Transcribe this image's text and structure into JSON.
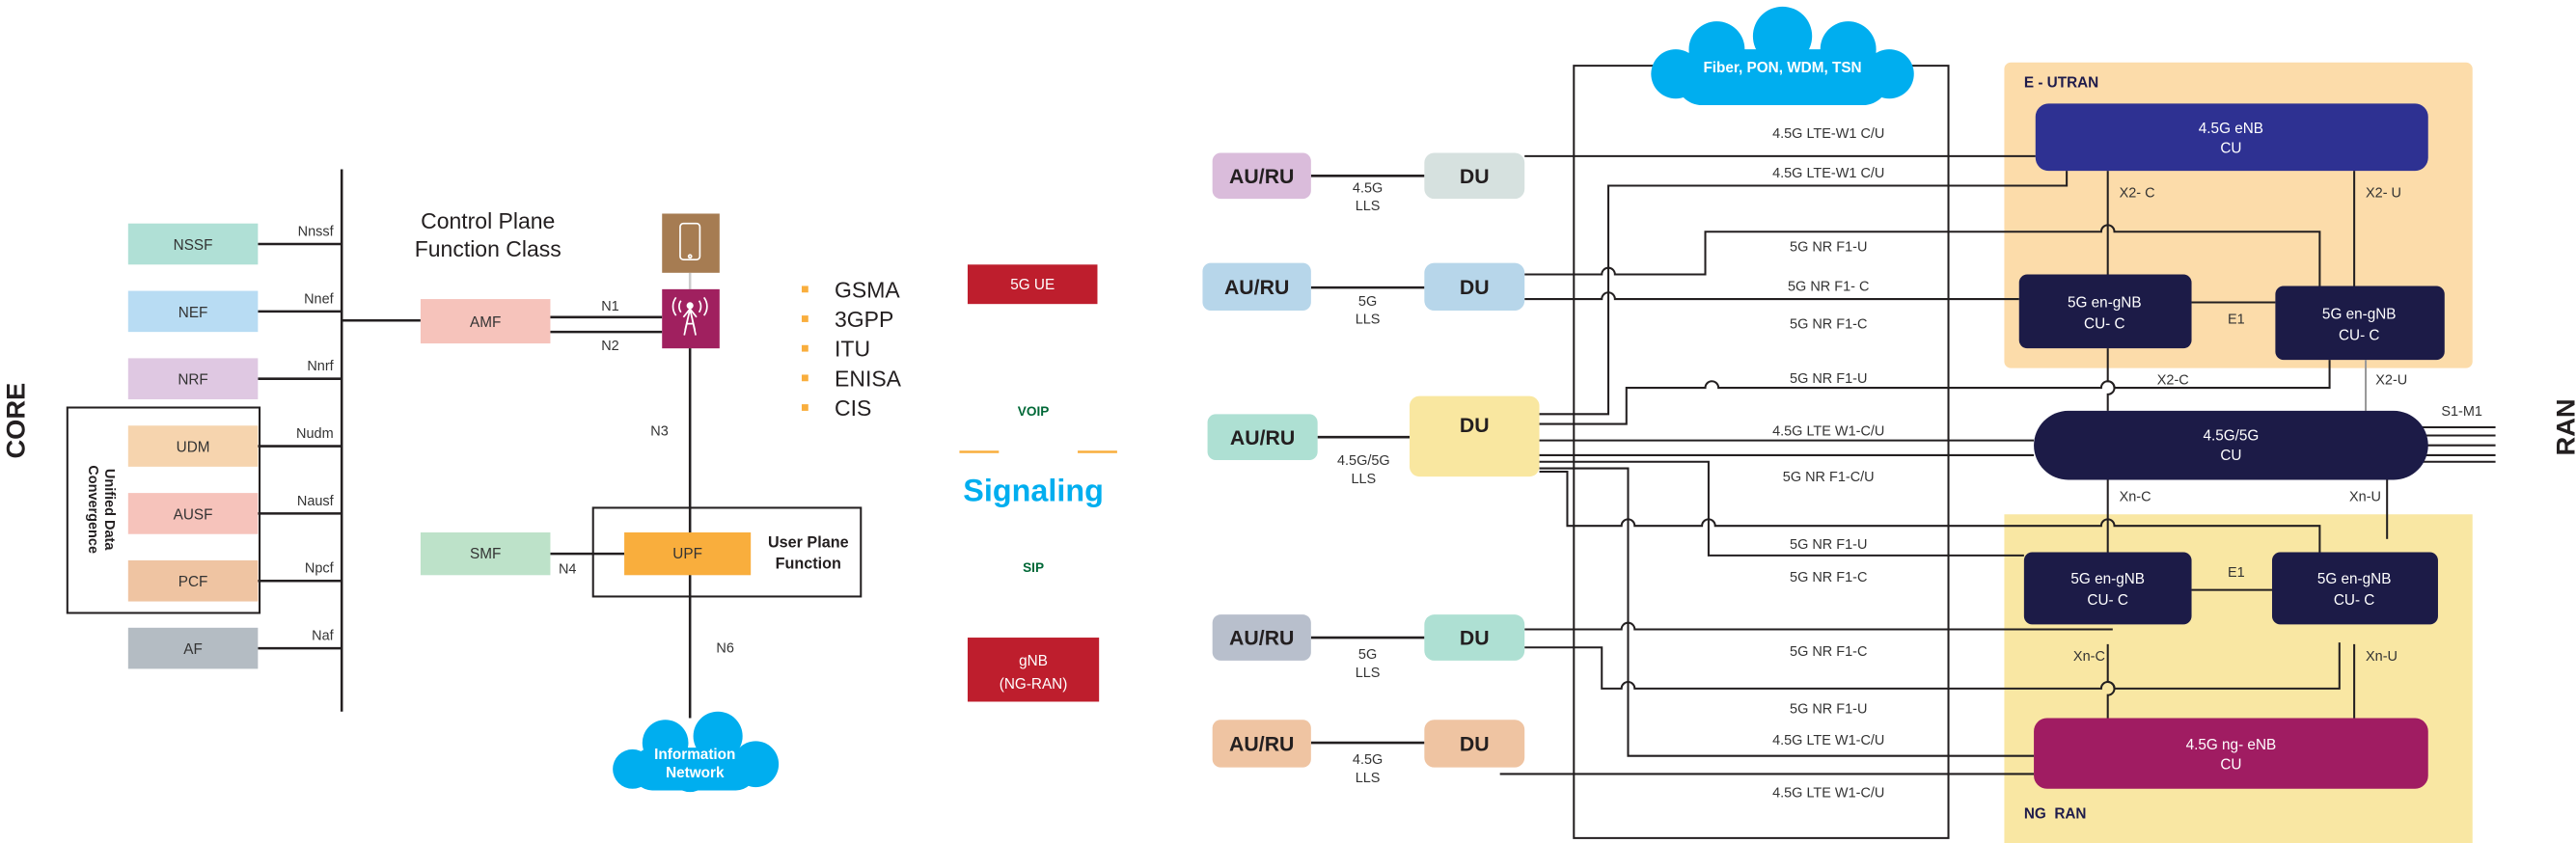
{
  "core": {
    "label": "CORE",
    "functions": [
      {
        "name": "NSSF",
        "iface": "Nnssf",
        "color": "#b0e0d6"
      },
      {
        "name": "NEF",
        "iface": "Nnef",
        "color": "#b8dcf3"
      },
      {
        "name": "NRF",
        "iface": "Nnrf",
        "color": "#dfc8e2"
      },
      {
        "name": "UDM",
        "iface": "Nudm",
        "color": "#f6d4ae"
      },
      {
        "name": "AUSF",
        "iface": "Nausf",
        "color": "#f6c3bb"
      },
      {
        "name": "PCF",
        "iface": "Npcf",
        "color": "#efc4a2"
      },
      {
        "name": "AF",
        "iface": "Naf",
        "color": "#b4bcc3"
      }
    ],
    "udc_label": [
      "Unified Data",
      "Convergence"
    ],
    "control_plane_label": [
      "Control Plane",
      "Function Class"
    ],
    "amf": "AMF",
    "smf": "SMF",
    "upf": "UPF",
    "user_plane_label": [
      "User Plane",
      "Function"
    ],
    "interfaces": {
      "n1": "N1",
      "n2": "N2",
      "n3": "N3",
      "n4": "N4",
      "n6": "N6"
    },
    "info_network": [
      "Information",
      "Network"
    ],
    "icons": {
      "ue": "smartphone-icon",
      "gnb": "cell-tower-icon"
    },
    "colors": {
      "ue": "#a67c52",
      "gnb": "#a0205f",
      "amf": "#f6c3bb",
      "smf": "#bde2c9",
      "upf": "#f9ae3d",
      "cloud": "#00aeef"
    }
  },
  "standards": [
    "GSMA",
    "3GPP",
    "ITU",
    "ENISA",
    "CIS"
  ],
  "signaling": {
    "ue": "5G UE",
    "voip": "VOIP",
    "title": "Signaling",
    "sip": "SIP",
    "gnb": [
      "gNB",
      "(NG-RAN)"
    ],
    "colors": {
      "box": "#be1e2d",
      "green": "#006837",
      "title": "#00aeef",
      "accent": "#f9ae3d"
    }
  },
  "ran": {
    "label": "RAN",
    "transport_cloud": "Fiber, PON, WDM, TSN",
    "sites": [
      {
        "ru": "AU/RU",
        "du": "DU",
        "lls": [
          "4.5G",
          "LLS"
        ],
        "ru_color": "#dabcdb",
        "du_color": "#d6e1df"
      },
      {
        "ru": "AU/RU",
        "du": "DU",
        "lls": [
          "5G",
          "LLS"
        ],
        "ru_color": "#b7d6ea",
        "du_color": "#b7d6ea"
      },
      {
        "ru": "AU/RU",
        "du": "DU",
        "lls": [
          "4.5G/5G",
          "LLS"
        ],
        "ru_color": "#aee0d3",
        "du_color": "#f9e7a0"
      },
      {
        "ru": "AU/RU",
        "du": "DU",
        "lls": [
          "5G",
          "LLS"
        ],
        "ru_color": "#b8bfcc",
        "du_color": "#aee0d3"
      },
      {
        "ru": "AU/RU",
        "du": "DU",
        "lls": [
          "4.5G",
          "LLS"
        ],
        "ru_color": "#efc4a2",
        "du_color": "#efc4a2"
      }
    ],
    "link_labels": [
      "4.5G LTE-W1 C/U",
      "4.5G LTE-W1 C/U",
      "5G NR F1-U",
      "5G NR F1- C",
      "5G NR F1-C",
      "5G NR F1-U",
      "4.5G LTE W1-C/U",
      "5G NR F1-C/U",
      "5G NR F1-U",
      "5G NR F1-C",
      "5G NR F1-C",
      "5G NR F1-U",
      "4.5G LTE W1-C/U",
      "4.5G LTE W1-C/U"
    ],
    "eutran": {
      "label": "E - UTRAN",
      "enb": [
        "4.5G eNB",
        "CU"
      ],
      "gnb_a": [
        "5G en-gNB",
        "CU- C"
      ],
      "gnb_b": [
        "5G en-gNB",
        "CU- C"
      ],
      "x2c": "X2- C",
      "x2u": "X2- U",
      "e1": "E1"
    },
    "central_cu": [
      "4.5G/5G",
      "CU"
    ],
    "x2c_lower": "X2-C",
    "x2u_lower": "X2-U",
    "s1m1": "S1-M1",
    "xnc_upper": "Xn-C",
    "xnu_upper": "Xn-U",
    "ngran": {
      "label": "NG  RAN",
      "gnb_a": [
        "5G en-gNB",
        "CU- C"
      ],
      "gnb_b": [
        "5G en-gNB",
        "CU- C"
      ],
      "e1": "E1",
      "xnc": "Xn-C",
      "xnu": "Xn-U",
      "ng_enb": [
        "4.5G ng- eNB",
        "CU"
      ]
    },
    "colors": {
      "eutran_bg": "#fcdcaa",
      "ngran_bg": "#f9e7a3",
      "enb": "#2e3192",
      "gnb": "#1c1b47",
      "ng_enb": "#a01c62",
      "label": "#1e1b4b"
    }
  }
}
